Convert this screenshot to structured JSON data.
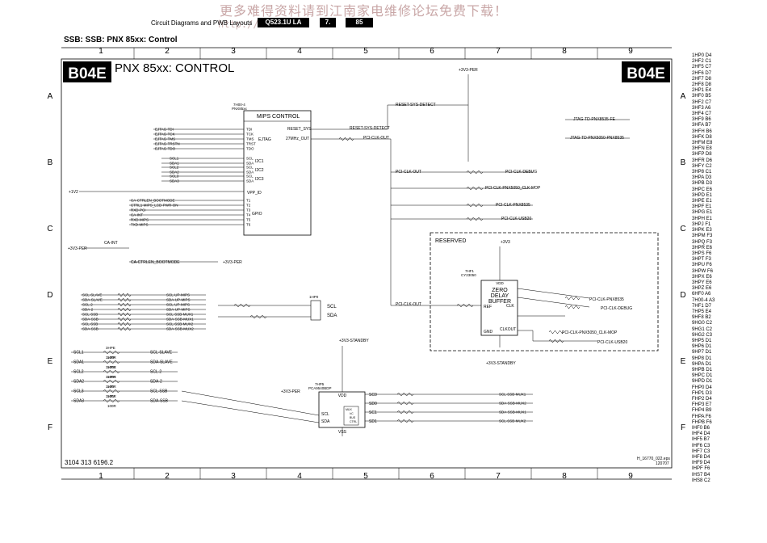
{
  "watermark": "更多难得资料请到江南家电维修论坛免费下载！",
  "watermark_url": "http://w",
  "header": {
    "doc_title": "Circuit Diagrams and PWB Layouts",
    "model": "Q523.1U LA",
    "section": "7.",
    "page": "85"
  },
  "subtitle": "SSB: SSB: PNX 85xx: Control",
  "frame": {
    "badge": "B04E",
    "title": "PNX 85xx: CONTROL",
    "columns": [
      "1",
      "2",
      "3",
      "4",
      "5",
      "6",
      "7",
      "8",
      "9"
    ],
    "rows": [
      "A",
      "B",
      "C",
      "D",
      "E",
      "F"
    ],
    "doc_number": "3104 313 6196.2",
    "file_ref": "H_16770_022.eps",
    "date_ref": "120707"
  },
  "mips": {
    "ref": "7H00-4",
    "part": "PNX85xx",
    "title": "MIPS CONTROL",
    "ejtag_label": "EJTAG",
    "i2c1": "I2C1",
    "i2c2": "I2C2",
    "i2c3": "I2C3",
    "gpio": "GPIO",
    "vpp": "VPP_ID",
    "reset_sys": "RESET_SYS",
    "mhz_out": "27MHz_OUT",
    "left_pins": [
      "TDI",
      "TCK",
      "TMS",
      "TRST",
      "TDO",
      "SCL",
      "SDA",
      "SCL",
      "SDA",
      "SCL",
      "SDA",
      "T1",
      "T2",
      "T3",
      "T4",
      "T5",
      "T6"
    ],
    "ejtag_nets": [
      "EJTAG-TDI",
      "EJTAG-TCK",
      "EJTAG-TMS",
      "EJTAG-TRSTN",
      "EJTAG-TDO"
    ],
    "i2c_nets": [
      "SCL1",
      "SDA1",
      "SCL2",
      "SDA2",
      "SCL3",
      "SDA3"
    ],
    "gpio_nets": [
      "CA-CTRLEN_BOOTMODE",
      "CTRL1-MIPS_LCD-PWR-ON",
      "RXD-PCI",
      "CA-INT",
      "RXD-MIPS",
      "TXD-MIPS"
    ]
  },
  "nets": {
    "reset_sys_detect_1": "RESET-SYS-DETECT",
    "reset_sys_detect_2": "RESET-SYS-DETECT",
    "pci_clk_out_1": "PCI-CLK-OUT",
    "pci_clk_out_2": "PCI-CLK-OUT",
    "pci_clk_out_3": "PCI-CLK-OUT",
    "pci_clk_debug": "PCI-CLK-DEBUG",
    "pci_clk_pnx5050": "PCI-CLK-PNX5050_CLK-MOP",
    "pci_clk_pnx8535": "PCI-CLK-PNX8535",
    "pci_clk_usb20": "PCI-CLK-USB20",
    "jtag_td_fe": "JTAG-TD-PNX8535-FE",
    "jtag_td_5050": "JTAG-TD-PNX5050-PNX8535",
    "p1v2": "+1V2",
    "p3v3_per_top": "+3V3-PER",
    "p3v3_per_1": "+3V3-PER",
    "p3v3_per_2": "+3V3-PER",
    "p3v3_per_3": "+3V3-PER",
    "p3v3_standby": "+3V3-STANDBY",
    "p3v3_standby_2": "+3V3-STANDBY",
    "ca_int": "CA-INT",
    "ca_ctrlen": "CA-CTRLEN_BOOTMODE"
  },
  "reserved": {
    "title": "RESERVED",
    "chip_ref": "7HF1",
    "chip_part": "CY23050",
    "chip_line1": "ZERO",
    "chip_line2": "DELAY",
    "chip_line3": "BUFFER",
    "vdd": "VDD",
    "ref": "REF",
    "clk": "CLK",
    "gnd": "GND",
    "clkout": "CLKOUT",
    "p3v3": "+3V3",
    "outputs": [
      "PCI-CLK-PNX8535",
      "PCI-CLK-DEBUG",
      "PCI-CLK-USB20"
    ]
  },
  "ssb_nets_left": [
    "SCL-SLAVE",
    "SDA-SLAVE",
    "SCL-2",
    "SDA-2",
    "SCL-SSB",
    "SDA-SSB",
    "SCL-SSB",
    "SDA-SSB"
  ],
  "ssb_nets_right": [
    "SCL-UP-MIPS",
    "SDA-UP-MIPS",
    "SCL-UP-MIPS",
    "SDA-UP-MIPS",
    "SCL-SSB-MUX1",
    "SDA-SSB-MUX1",
    "SCL-SSB-MUX2",
    "SDA-SSB-MUX2"
  ],
  "connector": {
    "ref": "1HP0",
    "pin1": "SCL",
    "pin2": "SDA"
  },
  "bus_left": [
    {
      "net": "SCL1",
      "ref": "3HPE",
      "val": "100R",
      "out": "SCL-SLAVE"
    },
    {
      "net": "SDA1",
      "ref": "3HPF",
      "val": "100R",
      "out": "SDA-SLAVE"
    },
    {
      "net": "SCL2",
      "ref": "3HPG",
      "val": "100R",
      "out": "SCL-2"
    },
    {
      "net": "SDA2",
      "ref": "3HPH",
      "val": "100R",
      "out": "SDA-2"
    },
    {
      "net": "SCL3",
      "ref": "3HPI",
      "val": "100R",
      "out": "SCL-SSB"
    },
    {
      "net": "SDA3",
      "ref": "3HPJ",
      "val": "100R",
      "out": "SDA-SSB"
    }
  ],
  "mux": {
    "ref": "7HP5",
    "part": "PCA9540BDP",
    "vdd": "VDD",
    "vss": "VSS",
    "scl": "SCL",
    "sda": "SDA",
    "outputs": [
      "SC0",
      "SD0",
      "SC1",
      "SD1"
    ],
    "inner": [
      "MUX",
      "I²C",
      "BUS",
      "CTRL"
    ],
    "out_nets": [
      "SCL-SSB-MUX1",
      "SDA-SSB-MUX2",
      "SDA-SSB-MUX1",
      "SCL-SSB-MUX2"
    ]
  },
  "side_list": [
    "1HP0 D4",
    "2HF2 C1",
    "2HF5 C7",
    "2HF6 D7",
    "2HF7 D8",
    "2HF8 D8",
    "2HP1 E4",
    "3HF0 B5",
    "3HF2 C7",
    "3HF3 A6",
    "3HF4 C7",
    "3HF9 B6",
    "3HFA B7",
    "3HFH B6",
    "3HFK D8",
    "3HFM E8",
    "3HFN E8",
    "3HFP D8",
    "3HFR D6",
    "3HFY C2",
    "3HP8 C1",
    "3HPA D3",
    "3HPB D3",
    "3HPC E6",
    "3HPD E1",
    "3HPE E1",
    "3HPF E1",
    "3HPG E1",
    "3HPH E1",
    "3HPJ F1",
    "3HPK E3",
    "3HPM F3",
    "3HPQ F3",
    "3HPR E6",
    "3HPS F6",
    "3HPT F3",
    "3HPU F6",
    "3HPW F6",
    "3HPX E6",
    "3HPY E6",
    "3HPZ E6",
    "6HF0 A6",
    "7H00-4 A3",
    "7HF1 D7",
    "7HP5 E4",
    "9HF8 B2",
    "9HG0 C2",
    "9HG1 C2",
    "9HG2 C3",
    "9HP5 D1",
    "9HP6 D1",
    "9HP7 D1",
    "9HP8 D1",
    "9HPA D1",
    "9HPB D1",
    "9HPC D1",
    "9HPD D1",
    "FHP0 D4",
    "FHP1 D3",
    "FHP2 D4",
    "FHP3 E7",
    "FHP4 B9",
    "FHPA F6",
    "FHPB F6",
    "IHF0 B6",
    "IHF4 D4",
    "IHF5 B7",
    "IHF6 C3",
    "IHF7 C3",
    "IHF8 D4",
    "IHF9 D4",
    "IHPF F6",
    "IHS7 B4",
    "IHS8 C2"
  ]
}
